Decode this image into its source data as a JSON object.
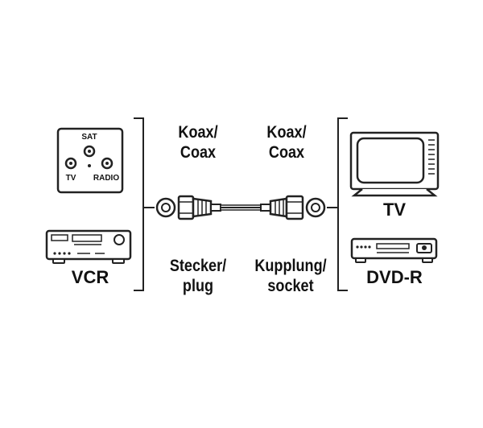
{
  "left_devices": {
    "wall_socket": {
      "sat": "SAT",
      "tv": "TV",
      "radio": "RADIO"
    },
    "vcr_label": "VCR"
  },
  "right_devices": {
    "tv_label": "TV",
    "dvd_label": "DVD-R"
  },
  "cable": {
    "left_top": [
      "Koax/",
      "Coax"
    ],
    "right_top": [
      "Koax/",
      "Coax"
    ],
    "left_bottom": [
      "Stecker/",
      "plug"
    ],
    "right_bottom": [
      "Kupplung/",
      "socket"
    ]
  },
  "colors": {
    "line": "#222222",
    "fill": "#ffffff"
  },
  "icons": [
    "wall-socket-icon",
    "vcr-icon",
    "coax-plug-icon",
    "coax-socket-icon",
    "tv-icon",
    "dvd-recorder-icon"
  ]
}
